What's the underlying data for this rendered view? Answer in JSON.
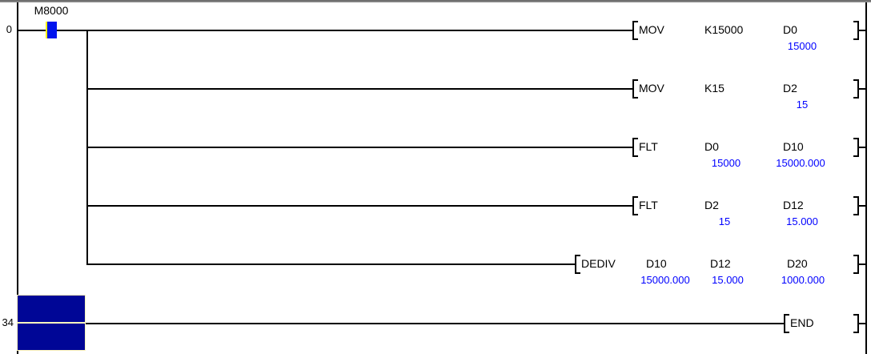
{
  "editor": {
    "view_name": "ladder-monitor-view"
  },
  "rungs": [
    {
      "number": "0"
    },
    {
      "number": "34"
    }
  ],
  "contact": {
    "label": "M8000",
    "state": "on"
  },
  "instructions": [
    {
      "mnemonic": "MOV",
      "args": [
        {
          "operand": "K15000",
          "value": null
        },
        {
          "operand": "D0",
          "value": "15000"
        }
      ]
    },
    {
      "mnemonic": "MOV",
      "args": [
        {
          "operand": "K15",
          "value": null
        },
        {
          "operand": "D2",
          "value": "15"
        }
      ]
    },
    {
      "mnemonic": "FLT",
      "args": [
        {
          "operand": "D0",
          "value": "15000"
        },
        {
          "operand": "D10",
          "value": "15000.000"
        }
      ]
    },
    {
      "mnemonic": "FLT",
      "args": [
        {
          "operand": "D2",
          "value": "15"
        },
        {
          "operand": "D12",
          "value": "15.000"
        }
      ]
    },
    {
      "mnemonic": "DEDIV",
      "args": [
        {
          "operand": "D10",
          "value": "15000.000"
        },
        {
          "operand": "D12",
          "value": "15.000"
        },
        {
          "operand": "D20",
          "value": "1000.000"
        }
      ]
    },
    {
      "mnemonic": "END",
      "args": []
    }
  ],
  "colors": {
    "line": "#000000",
    "monitor_value_blue": "#0000FF",
    "contact_on_fill": "#0114EE",
    "contact_on_stripe": "#FFF200",
    "cursor_fill": "#000696",
    "cursor_border": "#FFF6BD",
    "top_border_gray": "#7D7D7D"
  }
}
